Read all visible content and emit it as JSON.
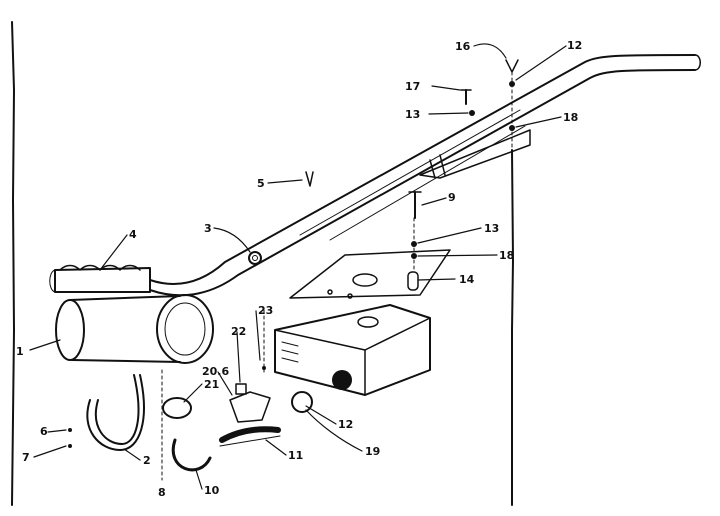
{
  "diagram": {
    "callouts": [
      {
        "id": "lbl-16",
        "text": "16"
      },
      {
        "id": "lbl-12-top",
        "text": "12"
      },
      {
        "id": "lbl-17",
        "text": "17"
      },
      {
        "id": "lbl-13-top",
        "text": "13"
      },
      {
        "id": "lbl-18-top",
        "text": "18"
      },
      {
        "id": "lbl-5",
        "text": "5"
      },
      {
        "id": "lbl-9-top",
        "text": "9"
      },
      {
        "id": "lbl-4",
        "text": "4"
      },
      {
        "id": "lbl-3",
        "text": "3"
      },
      {
        "id": "lbl-13-mid",
        "text": "13"
      },
      {
        "id": "lbl-18-mid",
        "text": "18"
      },
      {
        "id": "lbl-14",
        "text": "14"
      },
      {
        "id": "lbl-23",
        "text": "23"
      },
      {
        "id": "lbl-22",
        "text": "22"
      },
      {
        "id": "lbl-20-6",
        "text": "20.6"
      },
      {
        "id": "lbl-21",
        "text": "21"
      },
      {
        "id": "lbl-1",
        "text": "1"
      },
      {
        "id": "lbl-6",
        "text": "6"
      },
      {
        "id": "lbl-7",
        "text": "7"
      },
      {
        "id": "lbl-2",
        "text": "2"
      },
      {
        "id": "lbl-8",
        "text": "8"
      },
      {
        "id": "lbl-10",
        "text": "10"
      },
      {
        "id": "lbl-11",
        "text": "11"
      },
      {
        "id": "lbl-19",
        "text": "19"
      },
      {
        "id": "lbl-12-bottom",
        "text": "12"
      }
    ]
  }
}
